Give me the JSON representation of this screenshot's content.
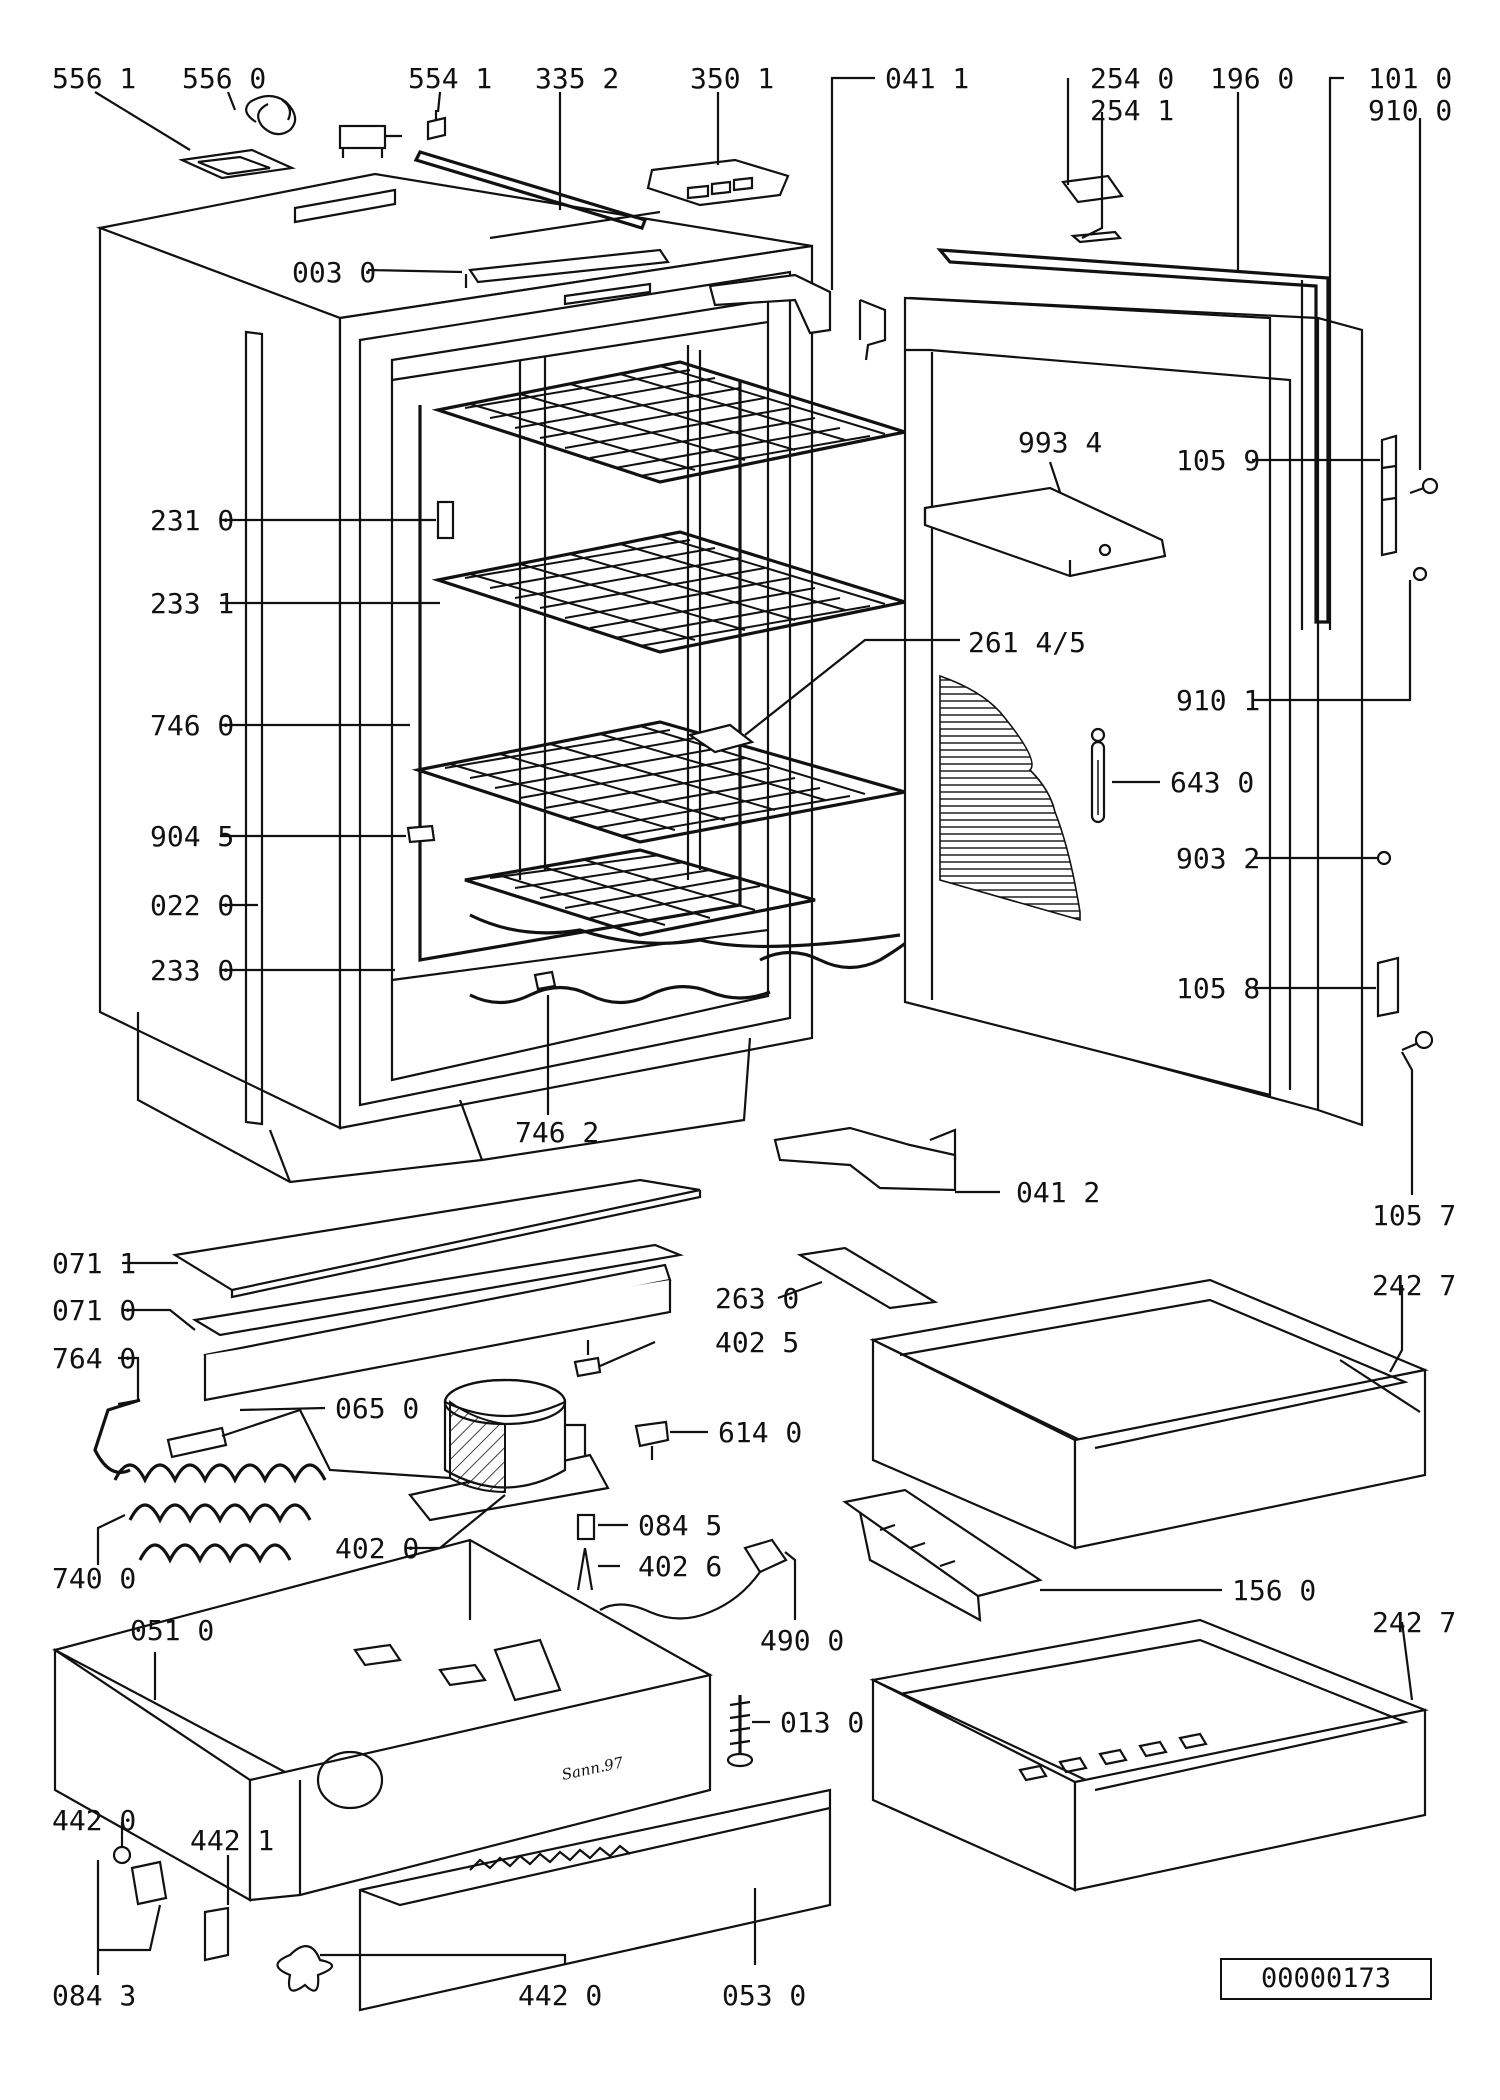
{
  "document_number": "00000173",
  "signature_text": "Sann.97",
  "part_labels": [
    "556 1",
    "556 0",
    "554 1",
    "335 2",
    "350 1",
    "041 1",
    "254 0",
    "254 1",
    "196 0",
    "101 0",
    "910 0",
    "003 0",
    "993 4",
    "105 9",
    "231 0",
    "233 1",
    "261 4/5",
    "746 0",
    "910 1",
    "643 0",
    "904 5",
    "903 2",
    "022 0",
    "233 0",
    "105 8",
    "746 2",
    "041 2",
    "105 7",
    "071 1",
    "071 0",
    "263 0",
    "242 7",
    "764 0",
    "402 5",
    "065 0",
    "614 0",
    "402 0",
    "084 5",
    "402 6",
    "740 0",
    "156 0",
    "490 0",
    "051 0",
    "242 7",
    "013 0",
    "442 0",
    "442 1",
    "084 3",
    "442 0",
    "053 0"
  ]
}
